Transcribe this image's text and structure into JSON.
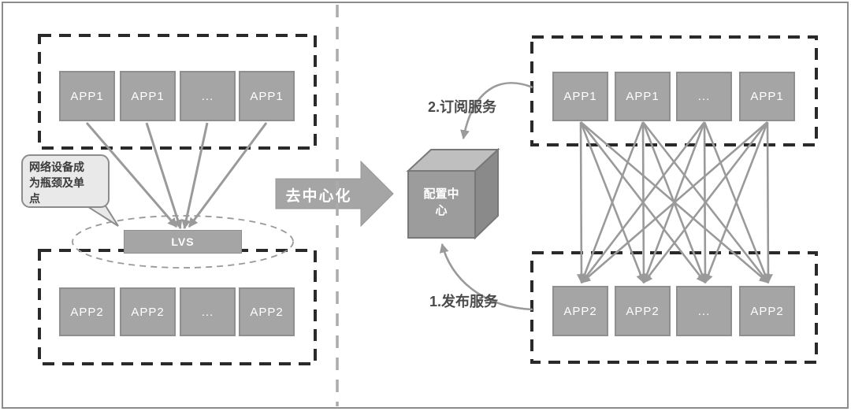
{
  "left_panel": {
    "top_group_labels": [
      "APP1",
      "APP1",
      "...",
      "APP1"
    ],
    "bottom_group_labels": [
      "APP2",
      "APP2",
      "...",
      "APP2"
    ],
    "lvs_label": "LVS",
    "callout_text": "网络设备成为瓶颈及单点"
  },
  "transition_arrow": {
    "label": "去中心化"
  },
  "right_panel": {
    "top_group_labels": [
      "APP1",
      "APP1",
      "...",
      "APP1"
    ],
    "bottom_group_labels": [
      "APP2",
      "APP2",
      "...",
      "APP2"
    ],
    "config_center_label": "配置中心",
    "subscribe_label": "2.订阅服务",
    "publish_label": "1.发布服务"
  },
  "colors": {
    "box_fill": "#a5a5a5",
    "box_border": "#8f8f8f",
    "dashed_container": "#2a2a2a",
    "connector": "#9a9a9a",
    "cube_front": "#9c9c9c",
    "cube_top": "#bfbfbf",
    "cube_side": "#8a8a8a",
    "callout_fill": "#e9e9e9",
    "callout_border": "#8c8c8c",
    "label_text": "#4a4a4a",
    "frame_border": "#8c8c8c",
    "divider": "#ababab"
  }
}
